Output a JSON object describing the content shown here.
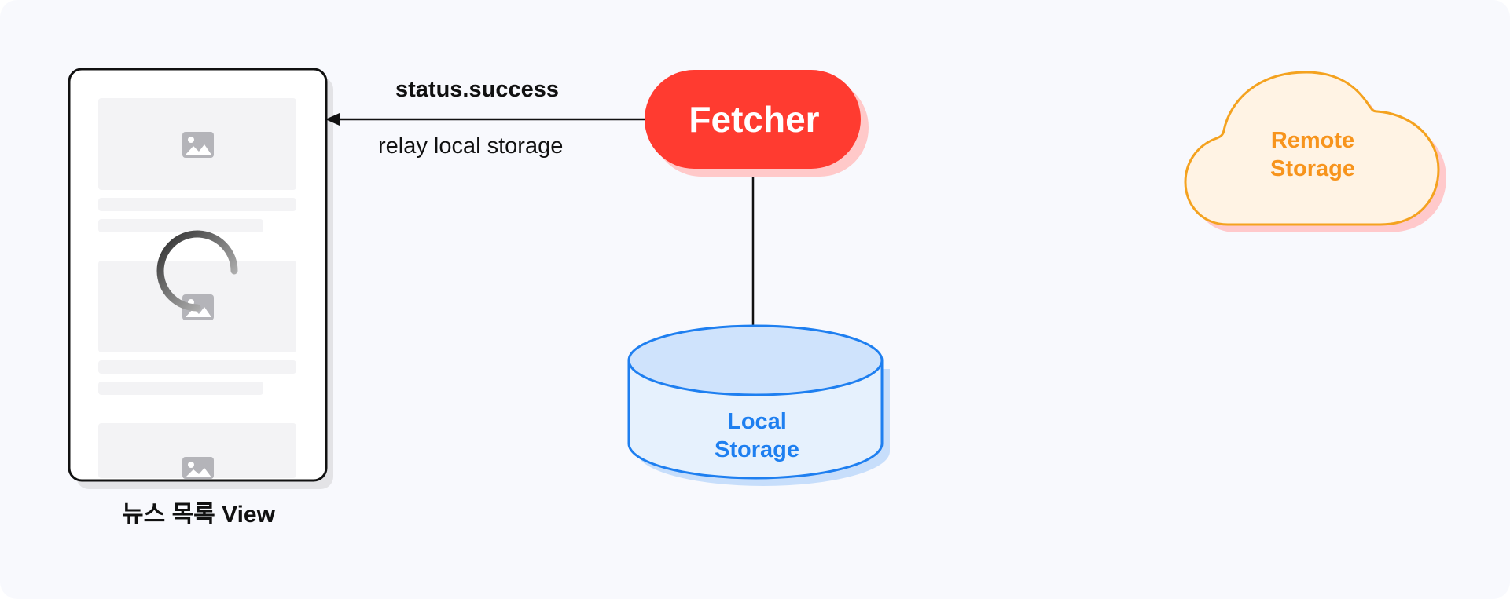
{
  "colors": {
    "fetcher": "#ff3b30",
    "fetcher_shadow": "#ffc9c9",
    "local_fill": "#e6f1fd",
    "local_stroke": "#1e7ff0",
    "local_text": "#1e7ff0",
    "remote_fill": "#fff3e4",
    "remote_stroke": "#f4a21f",
    "remote_text": "#f7941d"
  },
  "arrow": {
    "label_top": "status.success",
    "label_bottom": "relay local storage"
  },
  "fetcher": {
    "label": "Fetcher"
  },
  "local_storage": {
    "line1": "Local",
    "line2": "Storage"
  },
  "remote_storage": {
    "line1": "Remote",
    "line2": "Storage"
  },
  "news_view": {
    "caption": "뉴스 목록 View",
    "icons": [
      "image-icon",
      "loading-spinner-icon"
    ]
  }
}
